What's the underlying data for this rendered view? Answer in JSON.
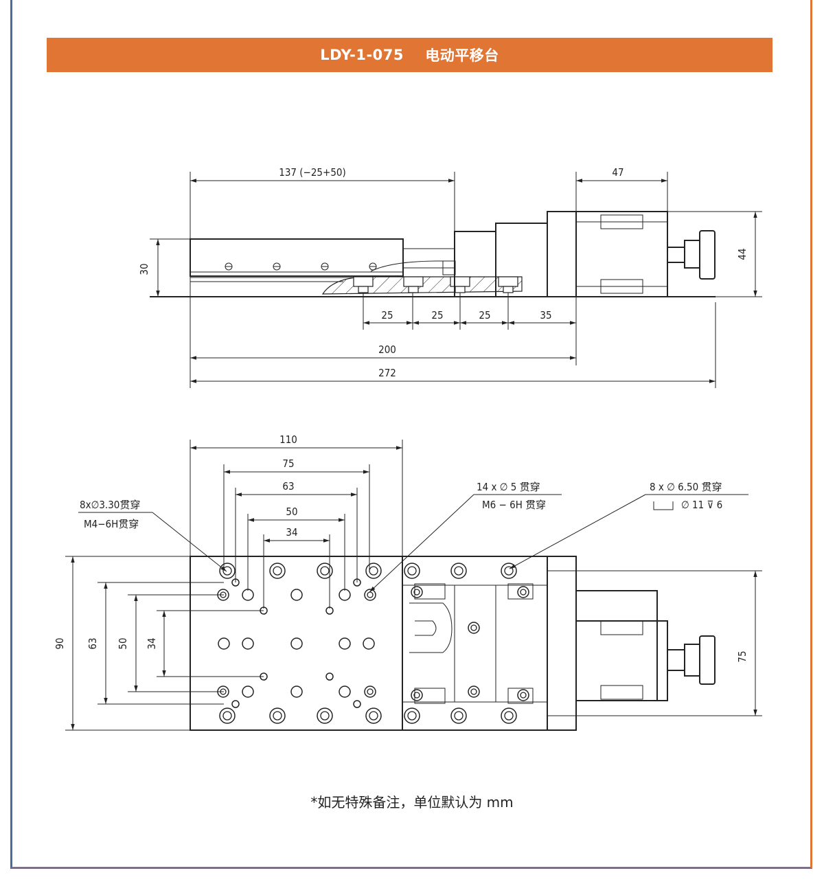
{
  "header": {
    "model": "LDY-1-075",
    "name": "电动平移台"
  },
  "side_view": {
    "dim_travel": "137 (−25+50)",
    "dim_motor": "47",
    "dim_height_left": "30",
    "dim_height_right": "44",
    "dim_spacing": [
      "25",
      "25",
      "25",
      "35"
    ],
    "dim_base": "200",
    "dim_total": "272"
  },
  "top_view": {
    "dim_width": "110",
    "dim_75": "75",
    "dim_63": "63",
    "dim_50": "50",
    "dim_34": "34",
    "dim_v_90": "90",
    "dim_v_63": "63",
    "dim_v_50": "50",
    "dim_v_34": "34",
    "dim_v_75": "75",
    "callout_left_1": "8x∅3.30贯穿",
    "callout_left_2": "M4−6H贯穿",
    "callout_mid_1": "14 x ∅ 5 贯穿",
    "callout_mid_2": "M6 − 6H 贯穿",
    "callout_right_1": "8 x ∅ 6.50 贯穿",
    "callout_right_2": "∅ 11 ⊽ 6"
  },
  "footnote": "*如无特殊备注，单位默认为 mm",
  "colors": {
    "accent": "#e07534",
    "border_left": "#4b6b9a",
    "line": "#222222"
  }
}
